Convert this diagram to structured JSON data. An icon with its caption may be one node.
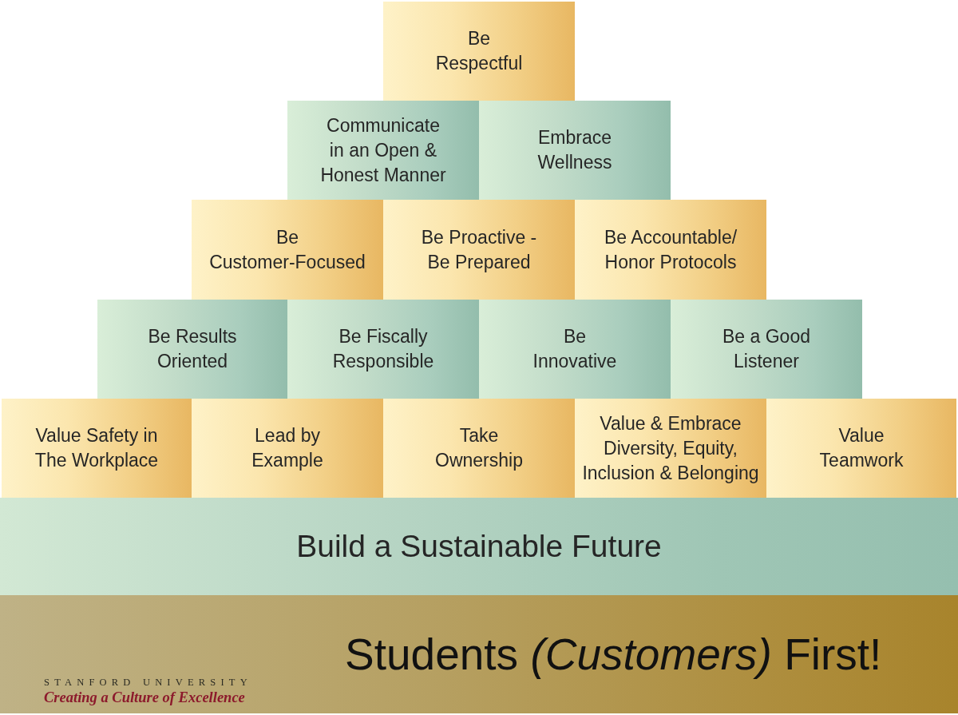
{
  "diagram": {
    "nodes": [
      {
        "text": [
          "Be Respectful"
        ]
      },
      {
        "text": [
          "Communicate in an Open & Honest Manner"
        ]
      },
      {
        "text": [
          "Embrace Wellness"
        ]
      },
      {
        "text": [
          "Be Customer-Focused"
        ]
      },
      {
        "text": [
          "Be Proactive - Be Prepared"
        ]
      },
      {
        "text": [
          "Be Accountable/ Honor Protocols"
        ]
      },
      {
        "text": [
          "Be Results Oriented"
        ]
      },
      {
        "text": [
          "Be Fiscally Responsible"
        ]
      },
      {
        "text": [
          "Be Innovative"
        ]
      },
      {
        "text": [
          "Be a Good Listener"
        ]
      },
      {
        "text": [
          "Value Safety in The Workplace"
        ]
      },
      {
        "text": [
          "Lead by Example"
        ]
      },
      {
        "text": [
          "Take Ownership"
        ]
      },
      {
        "text": [
          "Value & Embrace Diversity, Equity, Inclusion & Belonging"
        ]
      },
      {
        "text": [
          "Value Teamwork"
        ]
      },
      {
        "text": [
          "Build a Sustainable Future"
        ]
      },
      {
        "text": [
          "Students *(Customers)* First!"
        ]
      }
    ],
    "labels": [
      "STANFORD UNIVERSITY",
      "Creating a Culture of Excellence"
    ]
  }
}
